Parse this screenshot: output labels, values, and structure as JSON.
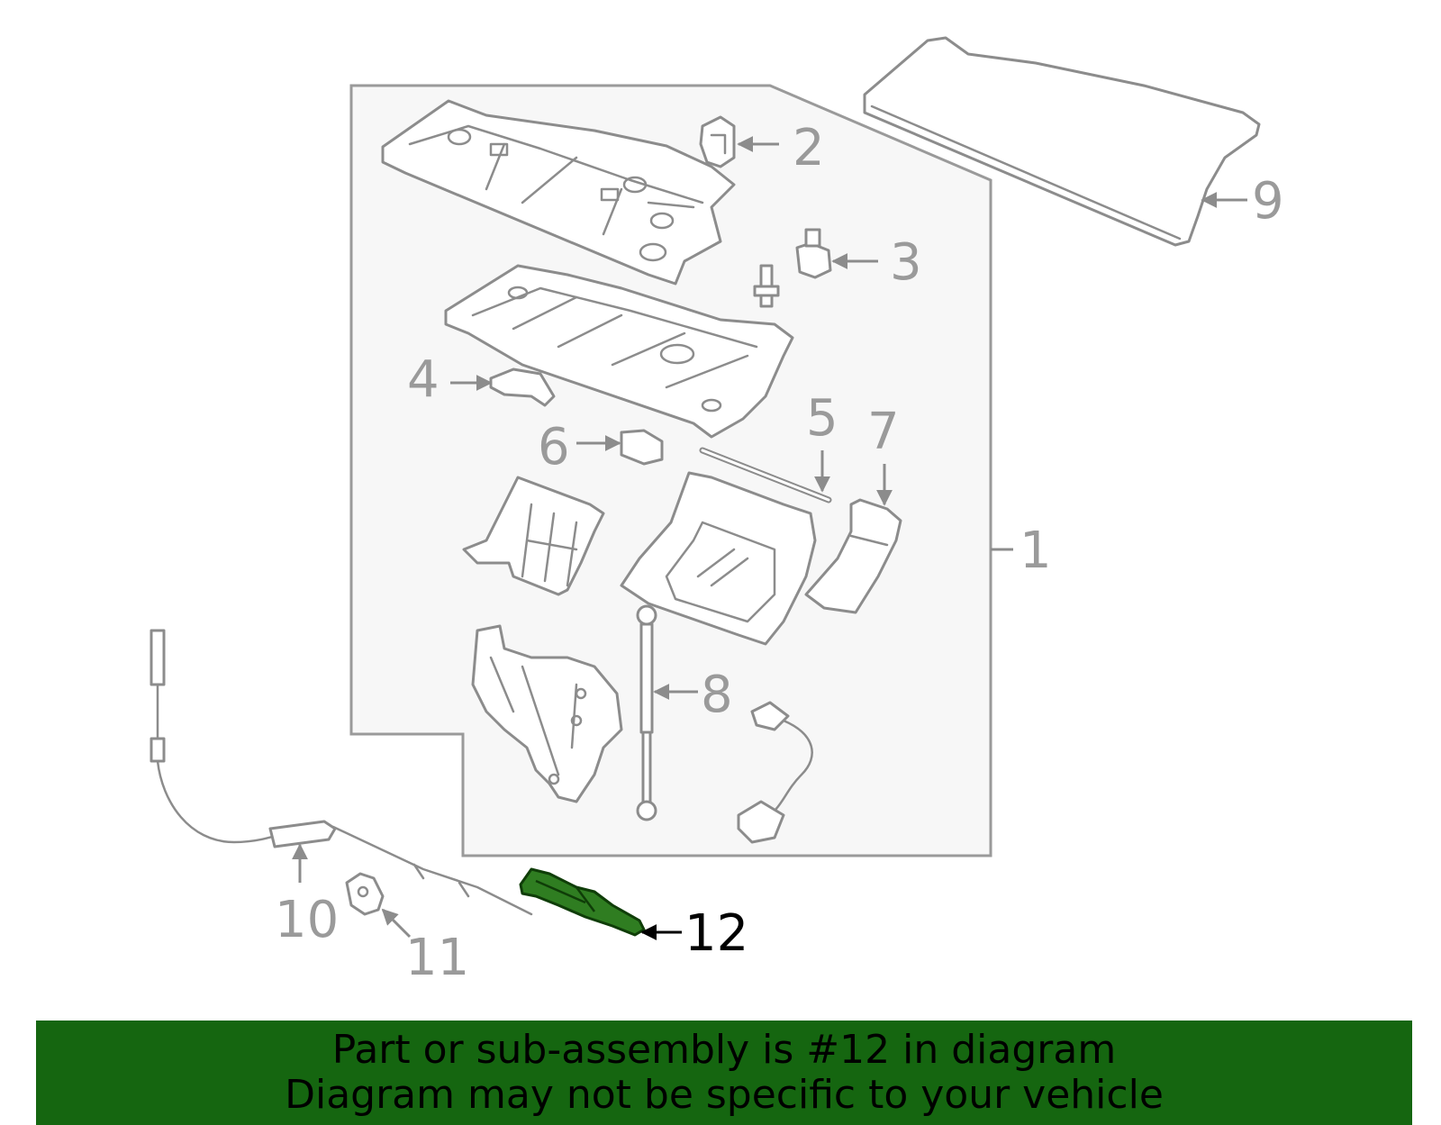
{
  "callouts": {
    "c1": "1",
    "c2": "2",
    "c3": "3",
    "c4": "4",
    "c5": "5",
    "c6": "6",
    "c7": "7",
    "c8": "8",
    "c9": "9",
    "c10": "10",
    "c11": "11",
    "c12": "12"
  },
  "highlighted_part": "12",
  "colors": {
    "highlight_fill": "#2f7d21",
    "banner_background": "#156610",
    "line_gray": "#8c8c8c",
    "callout_gray": "#9a9a9a"
  },
  "footer": {
    "line1": "Part or sub-assembly is #12 in diagram",
    "line2": "Diagram may not be specific to your vehicle"
  }
}
